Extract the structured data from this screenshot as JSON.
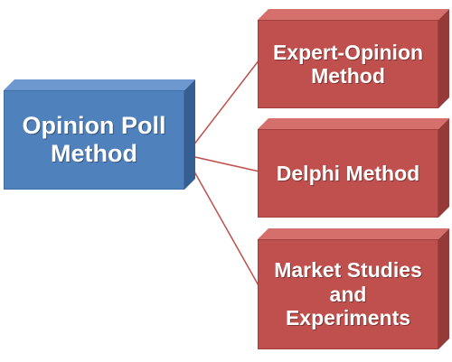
{
  "diagram": {
    "root": {
      "label": "Opinion Poll Method"
    },
    "children": [
      {
        "label": "Expert-Opinion Method"
      },
      {
        "label": "Delphi Method"
      },
      {
        "label": "Market Studies and Experiments"
      }
    ],
    "colors": {
      "root_fill": "#4f81bd",
      "child_fill": "#c0504d",
      "connector": "#c0504d",
      "text": "#ffffff"
    }
  }
}
